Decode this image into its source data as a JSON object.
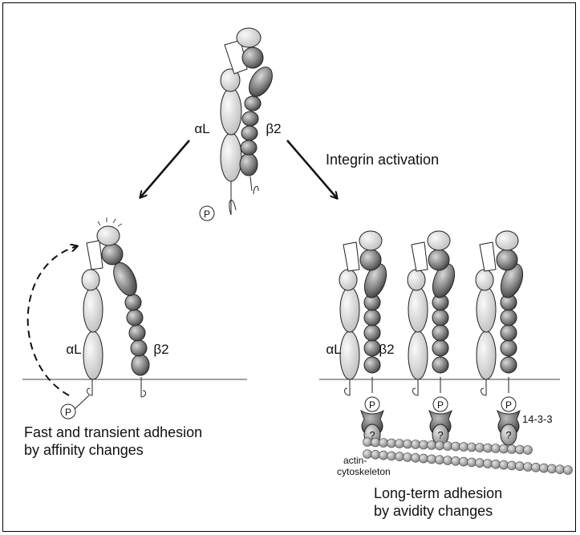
{
  "labels": {
    "integrin_activation": "Integrin activation",
    "alpha_l": "αL",
    "beta_2": "β2",
    "phospho": "P",
    "fourteen_three_three": "14-3-3",
    "unknown": "?",
    "actin_line1": "actin-",
    "actin_line2": "cytoskeleton",
    "left_caption_line1": "Fast and transient adhesion",
    "left_caption_line2": "by affinity changes",
    "right_caption_line1": "Long-term adhesion",
    "right_caption_line2": "by avidity changes"
  },
  "colors": {
    "alpha_light": "#e6e6e6",
    "beta_dark": "#333333",
    "stroke": "#222222"
  }
}
